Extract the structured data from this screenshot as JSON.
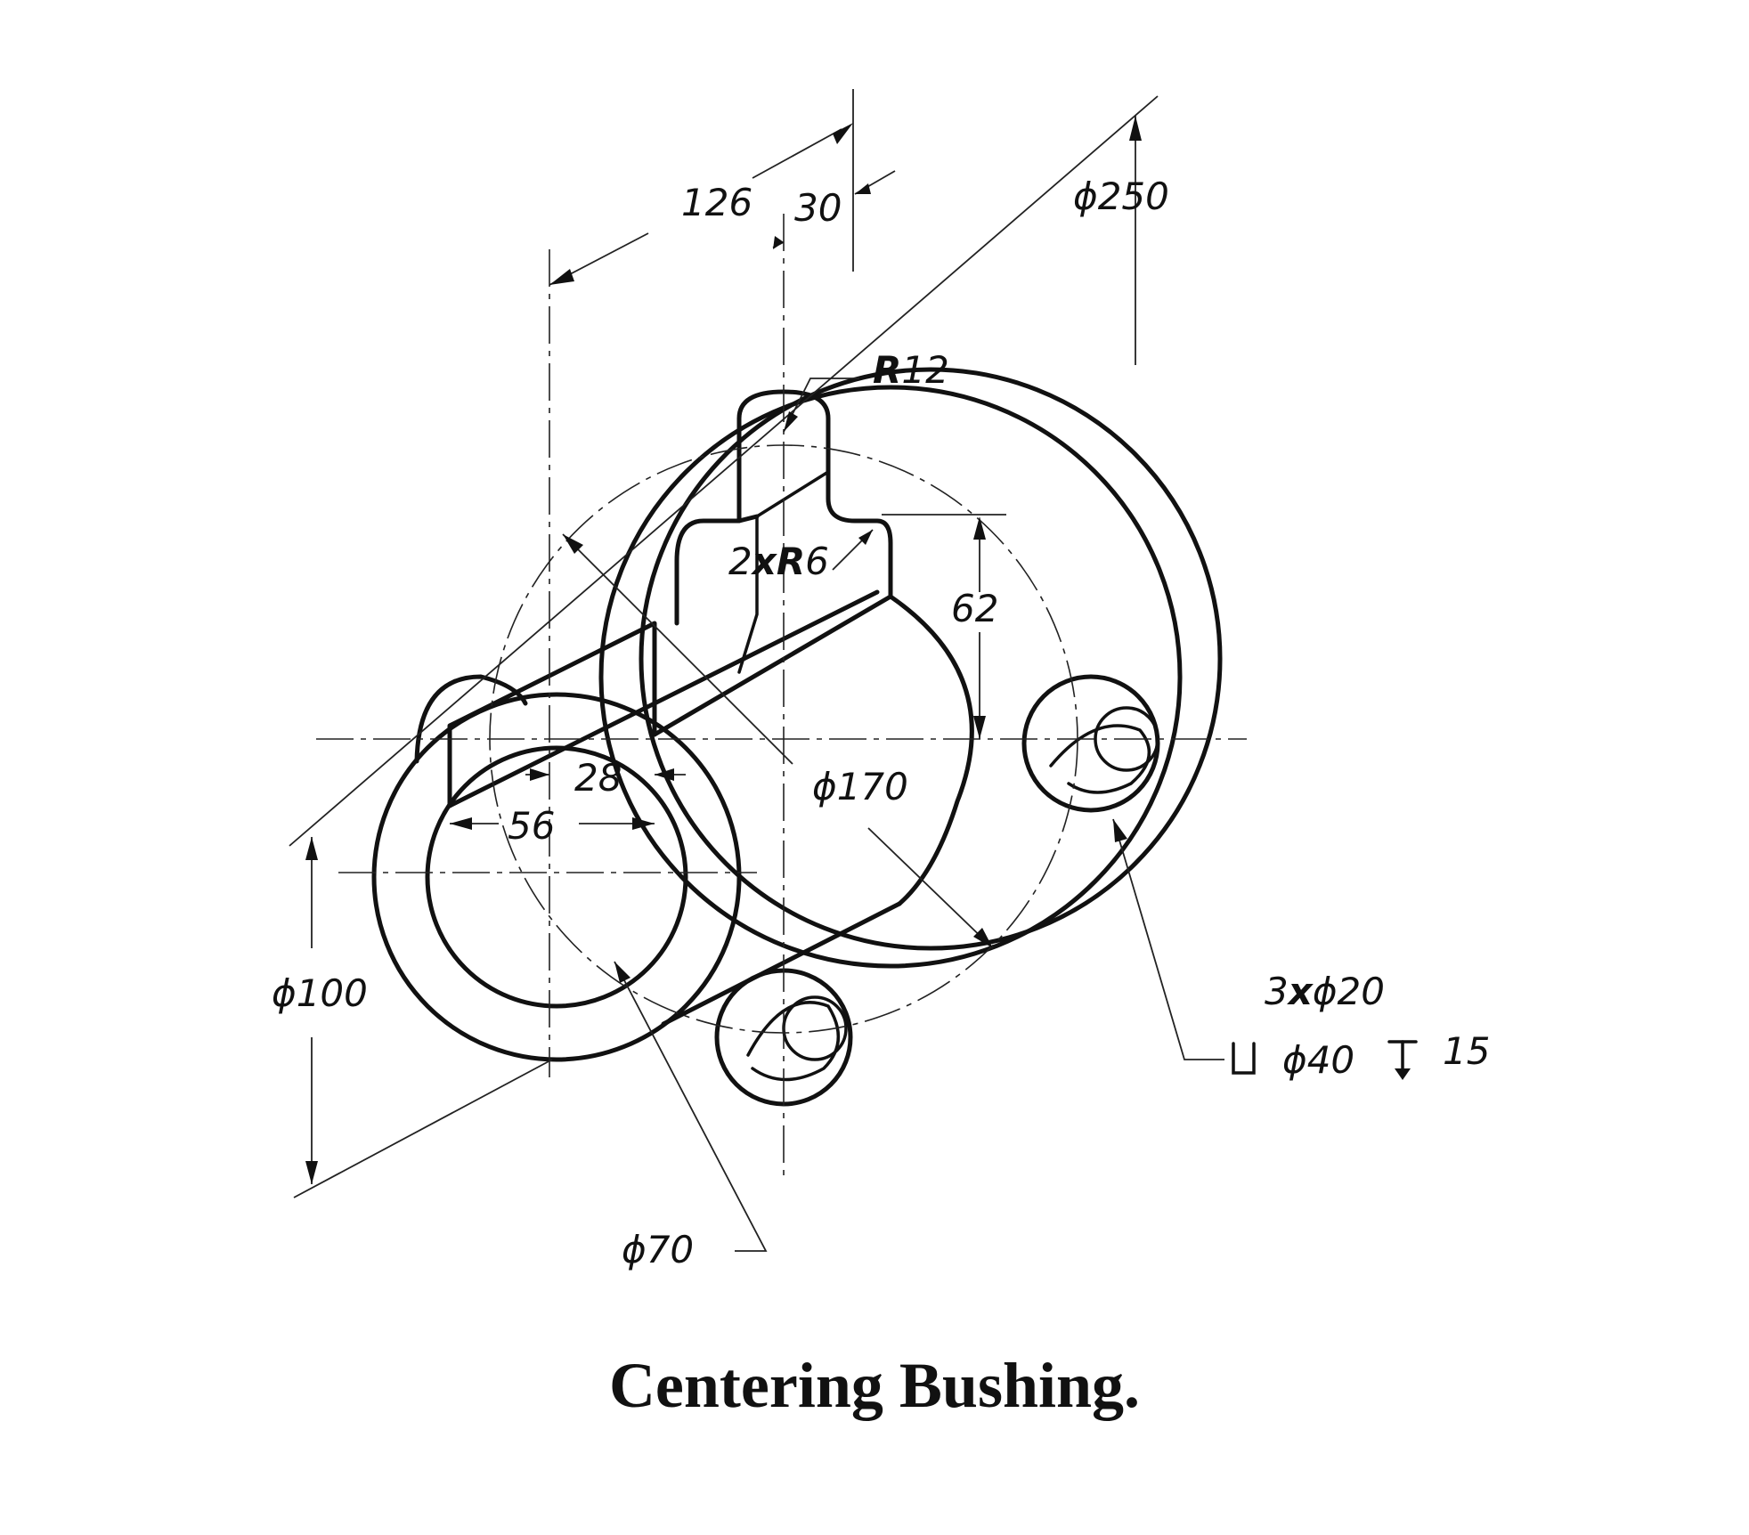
{
  "title": "Centering Bushing.",
  "dimensions": {
    "d126": "126",
    "d30": "30",
    "dia250": "ϕ250",
    "r12_R": "R",
    "r12_num": "12",
    "r6_prefix": "2",
    "r6_x": "x",
    "r6_R": "R",
    "r6_num": "6",
    "d62": "62",
    "d28": "28",
    "dia170": "ϕ170",
    "d56": "56",
    "dia100": "ϕ100",
    "holes_prefix": "3",
    "holes_x": "x",
    "holes_dia": "ϕ20",
    "cbore_dia": "ϕ40",
    "cbore_depth": "15",
    "dia70": "ϕ70"
  }
}
